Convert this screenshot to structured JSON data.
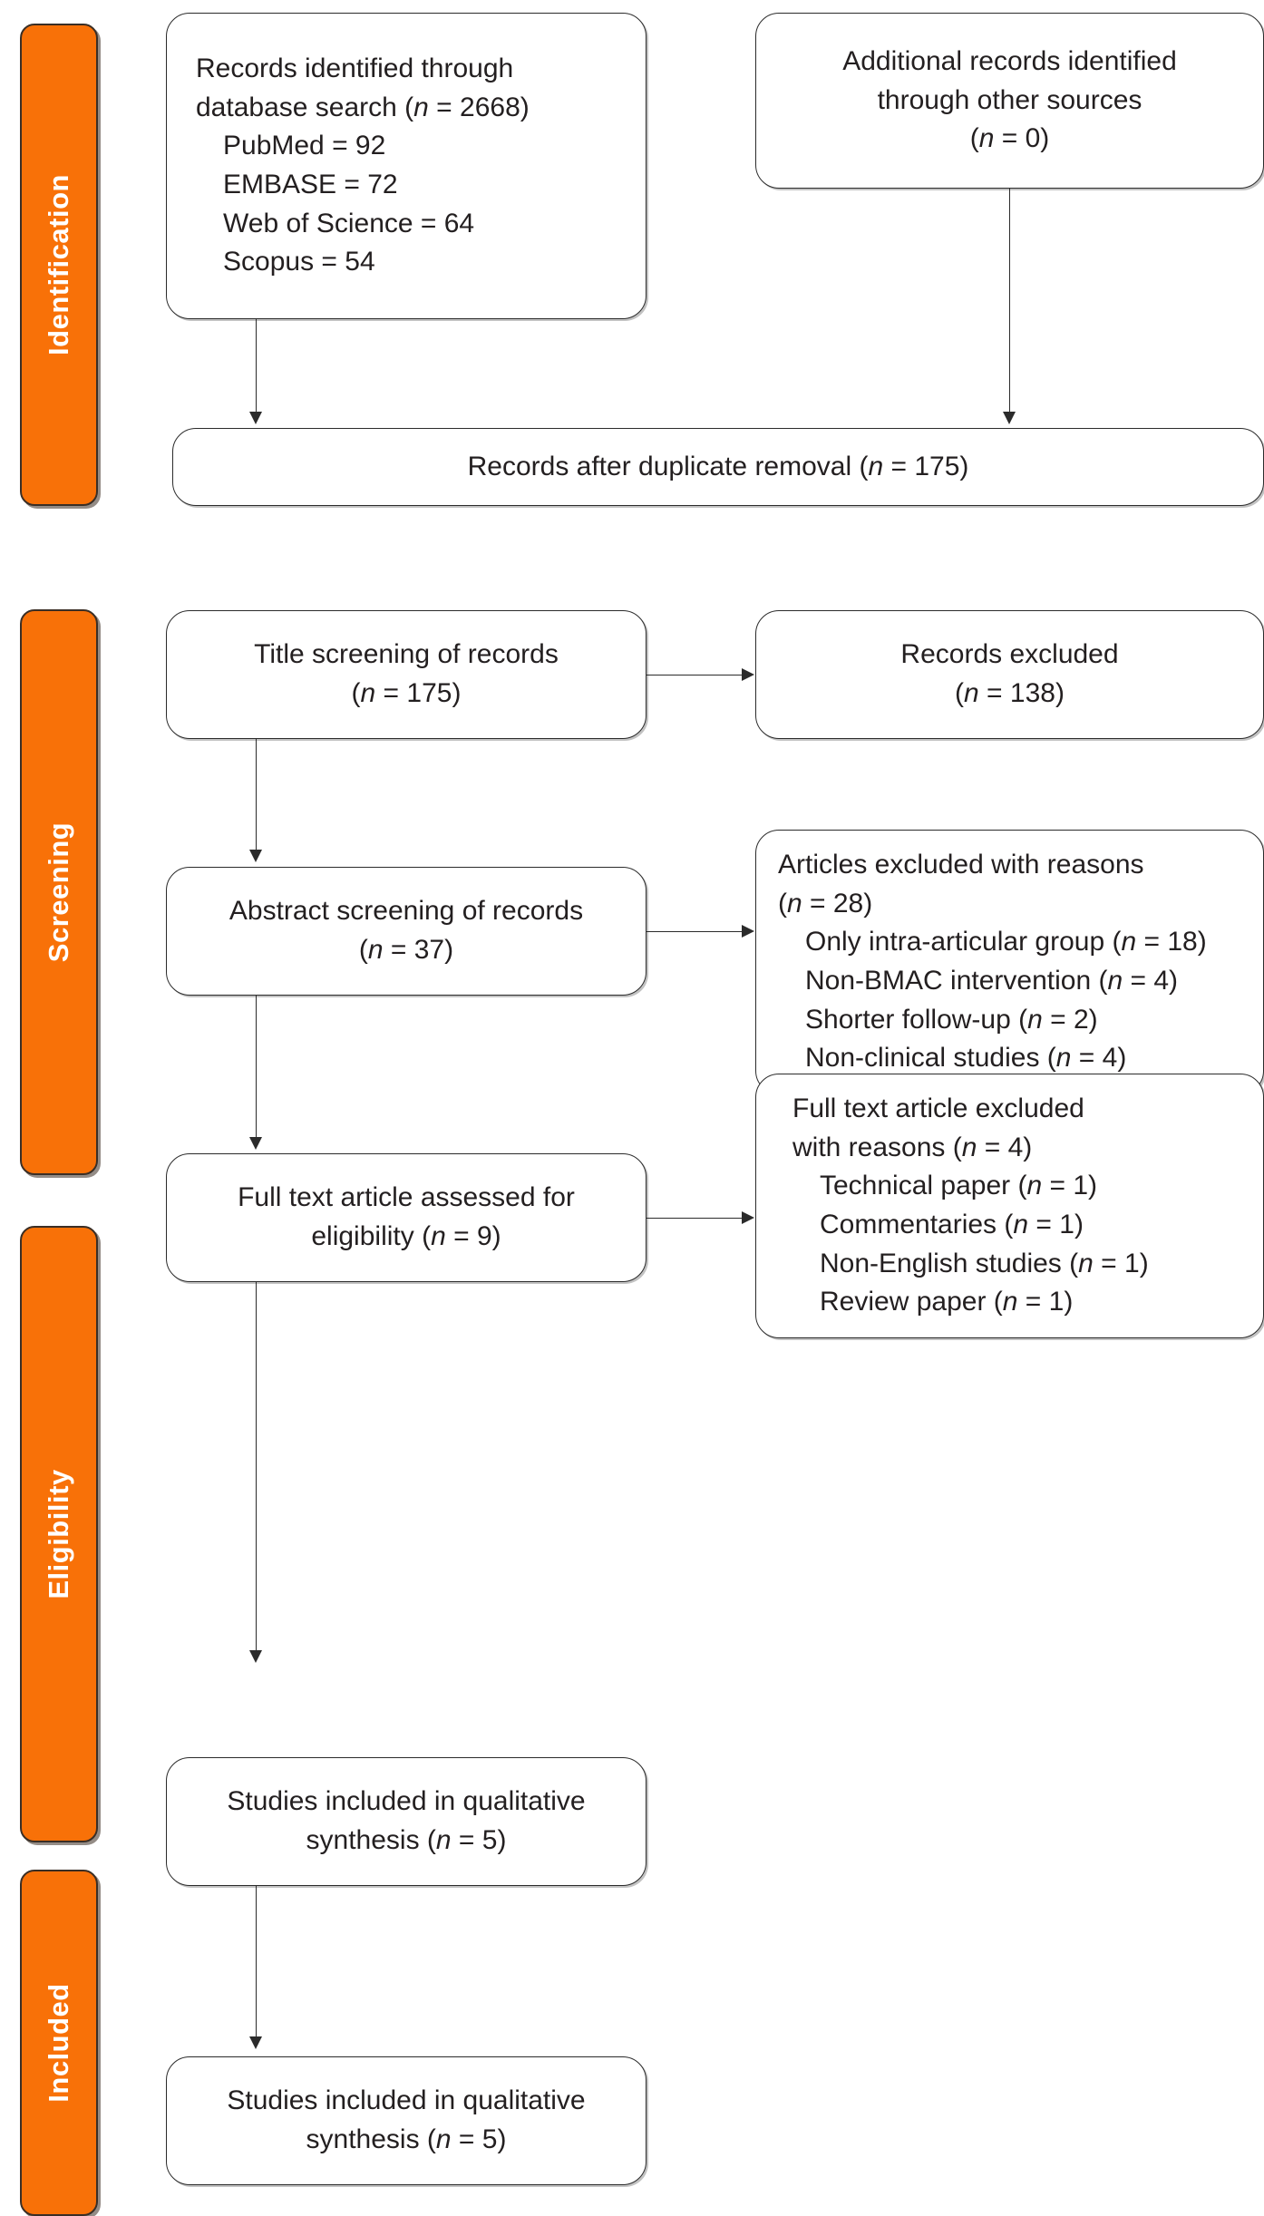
{
  "diagram": {
    "type": "prisma-flow-diagram",
    "accent_color": "#f87108",
    "box_border_color": "#2b2b2b",
    "background": "#ffffff"
  },
  "phases": [
    {
      "id": "identification",
      "label": "Identification"
    },
    {
      "id": "screening",
      "label": "Screening"
    },
    {
      "id": "eligibility",
      "label": "Eligibility"
    },
    {
      "id": "included",
      "label": "Included"
    }
  ],
  "boxes": {
    "records_identified": {
      "lines": [
        "Records identified through",
        "database search (n = 2668)",
        "PubMed = 92",
        "EMBASE = 72",
        "Web of Science = 64",
        "Scopus = 54"
      ]
    },
    "additional_records": {
      "lines": [
        "Additional records identified",
        "through other sources",
        "(n = 0)"
      ]
    },
    "after_duplicates": {
      "lines": [
        "Records after duplicate removal (n = 175)"
      ]
    },
    "title_screening": {
      "lines": [
        "Title screening of records",
        "(n = 175)"
      ]
    },
    "records_excluded": {
      "lines": [
        "Records excluded",
        "(n = 138)"
      ]
    },
    "abstract_screening": {
      "lines": [
        "Abstract screening of records",
        "(n = 37)"
      ]
    },
    "articles_excluded": {
      "lines": [
        "Articles excluded with reasons",
        "(n = 28)",
        "Only intra-articular group (n = 18)",
        "Non-BMAC intervention (n = 4)",
        "Shorter follow-up (n = 2)",
        "Non-clinical studies (n = 4)"
      ]
    },
    "fulltext_assessed": {
      "lines": [
        "Full text article assessed for",
        "eligibility (n = 9)"
      ]
    },
    "fulltext_excluded": {
      "lines": [
        "Full text article excluded",
        "with reasons (n = 4)",
        "Technical paper (n = 1)",
        "Commentaries (n = 1)",
        "Non-English studies (n = 1)",
        "Review paper (n = 1)"
      ]
    },
    "qualitative_synthesis_1": {
      "lines": [
        "Studies included in qualitative",
        "synthesis (n = 5)"
      ]
    },
    "qualitative_synthesis_2": {
      "lines": [
        "Studies included in qualitative",
        "synthesis (n = 5)"
      ]
    }
  },
  "counts": {
    "database_search_total": 2668,
    "pubmed": 92,
    "embase": 72,
    "web_of_science": 64,
    "scopus": 54,
    "other_sources": 0,
    "after_duplicate_removal": 175,
    "title_screening": 175,
    "records_excluded": 138,
    "abstract_screening": 37,
    "articles_excluded_total": 28,
    "only_intra_articular_group": 18,
    "non_bmac_intervention": 4,
    "shorter_follow_up": 2,
    "non_clinical_studies": 4,
    "fulltext_assessed": 9,
    "fulltext_excluded_total": 4,
    "technical_paper": 1,
    "commentaries": 1,
    "non_english_studies": 1,
    "review_paper": 1,
    "qualitative_synthesis": 5
  }
}
